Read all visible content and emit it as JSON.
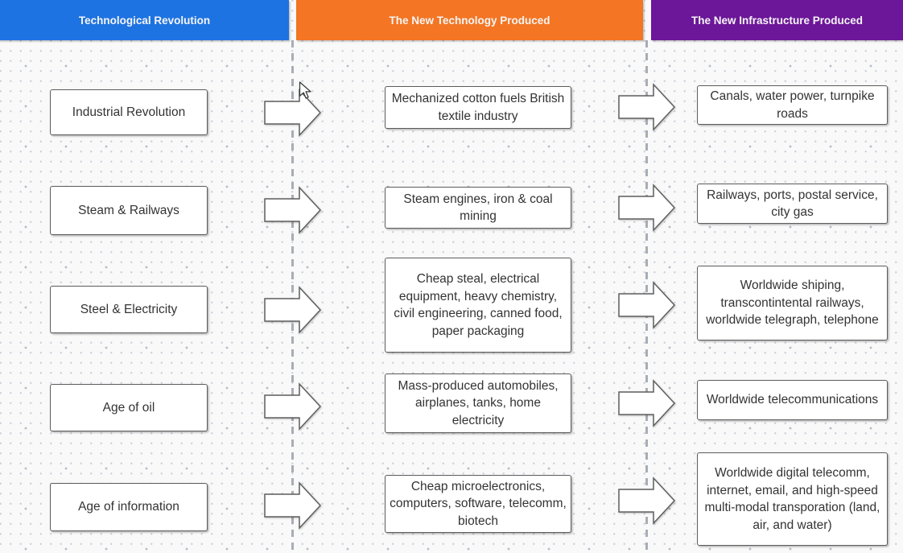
{
  "headers": [
    {
      "label": "Technological Revolution",
      "color": "#1e73e2"
    },
    {
      "label": "The New Technology Produced",
      "color": "#f47523"
    },
    {
      "label": "The New Infrastructure Produced",
      "color": "#6c1699"
    }
  ],
  "rows": [
    {
      "revolution": "Industrial Revolution",
      "technology": "Mechanized cotton fuels British textile industry",
      "infrastructure": "Canals, water power, turnpike roads"
    },
    {
      "revolution": "Steam & Railways",
      "technology": "Steam engines, iron & coal mining",
      "infrastructure": "Railways, ports, postal service, city gas"
    },
    {
      "revolution": "Steel & Electricity",
      "technology": "Cheap steal, electrical equipment, heavy chemistry, civil engineering, canned food, paper packaging",
      "infrastructure": "Worldwide shiping, transcontintental railways, worldwide telegraph, telephone"
    },
    {
      "revolution": "Age of oil",
      "technology": "Mass-produced automobiles, airplanes, tanks, home electricity",
      "infrastructure": "Worldwide telecommunications"
    },
    {
      "revolution": "Age of information",
      "technology": "Cheap microelectronics, computers, software, telecomm, biotech",
      "infrastructure": "Worldwide digital telecomm, internet, email, and high-speed multi-modal transporation (land, air, and water)"
    }
  ],
  "colors": {
    "canvas_bg": "#f9f9f9",
    "grid_dot": "#c9cedb",
    "box_bg": "#ffffff",
    "box_border": "#5c5c5c",
    "text": "#333333",
    "dashed_line": "#a8adb5",
    "header_text": "#f5f5f5"
  },
  "icons": {
    "arrow": "right-block-arrow",
    "cursor": "mouse-pointer"
  }
}
